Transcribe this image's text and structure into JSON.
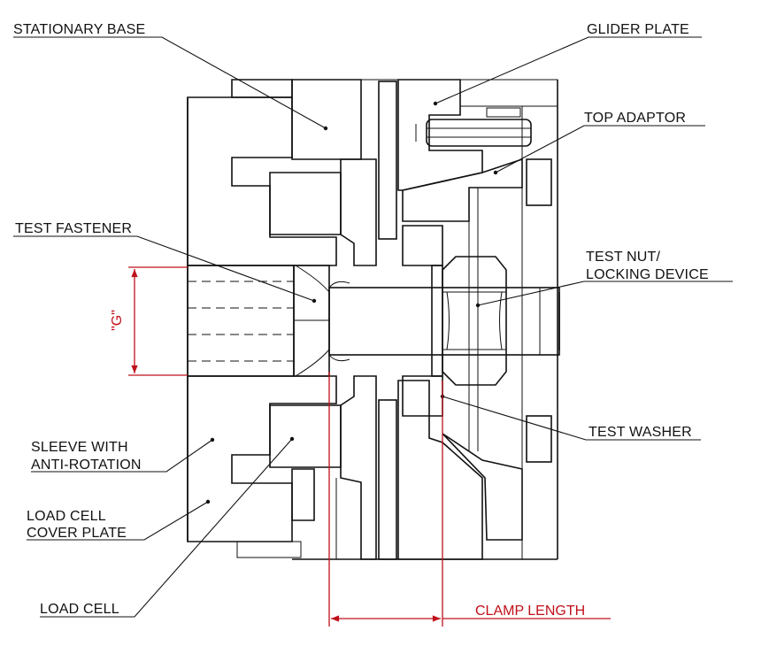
{
  "labels": {
    "stationary_base": "STATIONARY BASE",
    "glider_plate": "GLIDER PLATE",
    "top_adaptor": "TOP ADAPTOR",
    "test_fastener": "TEST FASTENER",
    "test_nut_line1": "TEST NUT/",
    "test_nut_line2": "LOCKING DEVICE",
    "test_washer": "TEST WASHER",
    "sleeve_line1": "SLEEVE WITH",
    "sleeve_line2": "ANTI-ROTATION",
    "load_cell_cover_line1": "LOAD CELL",
    "load_cell_cover_line2": "COVER PLATE",
    "load_cell": "LOAD CELL"
  },
  "dimensions": {
    "grip_label": "\"G\"",
    "clamp_length_label": "CLAMP LENGTH"
  },
  "colors": {
    "ink": "#111111",
    "dimension": "#c0101a"
  }
}
